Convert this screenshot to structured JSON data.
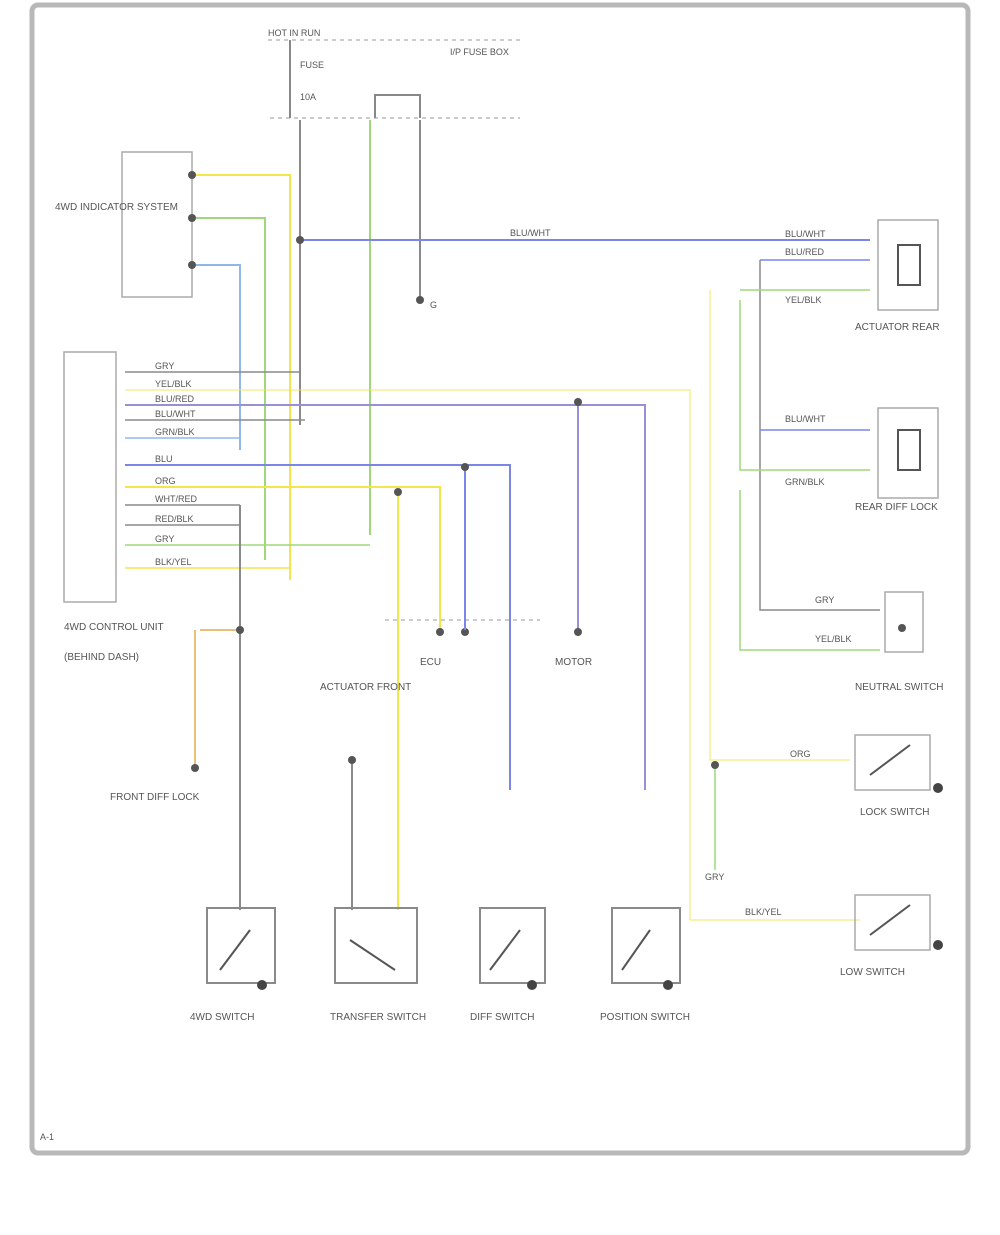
{
  "diagram": {
    "colors": {
      "yellow": "#f2e64a",
      "blue": "#7a86e8",
      "purple": "#9a8fd4",
      "green": "#9fd878",
      "gray": "#8a8a8a",
      "lightblue": "#8fb8e8",
      "orange": "#e8c07a",
      "frame": "#b8b8b8"
    },
    "top_labels": {
      "hot_label": "HOT IN RUN",
      "fuse_label": "FUSE",
      "fuse_num": "10A",
      "fuse_box_label": "I/P FUSE BOX"
    },
    "left_labels": {
      "dash_unit_label": "4WD CONTROL UNIT",
      "dash_unit_sub": "(BEHIND DASH)",
      "top_block_label": "4WD INDICATOR SYSTEM"
    },
    "wire_codes": {
      "blk_yel": "BLK/YEL",
      "blu_red": "BLU/RED",
      "blu_wht": "BLU/WHT",
      "grn_blk": "GRN/BLK",
      "yel_blk": "YEL/BLK",
      "wht_red": "WHT/RED",
      "red_blk": "RED/BLK",
      "gry": "GRY",
      "org": "ORG",
      "blu": "BLU"
    },
    "components": {
      "front_diff_lock": "FRONT DIFF LOCK",
      "rear_diff_lock": "REAR DIFF LOCK",
      "actuator_front": "ACTUATOR FRONT",
      "actuator_rear": "ACTUATOR REAR",
      "motor": "MOTOR",
      "switch_a": "4WD SWITCH",
      "switch_b": "TRANSFER SWITCH",
      "switch_c": "DIFF SWITCH",
      "switch_d": "POSITION SWITCH",
      "neutral_switch": "NEUTRAL SWITCH",
      "ground": "G",
      "ecu_label": "ECU",
      "right_switch_1": "LOCK SWITCH",
      "right_switch_2": "LOW SWITCH",
      "footer_code": "A-1"
    }
  }
}
